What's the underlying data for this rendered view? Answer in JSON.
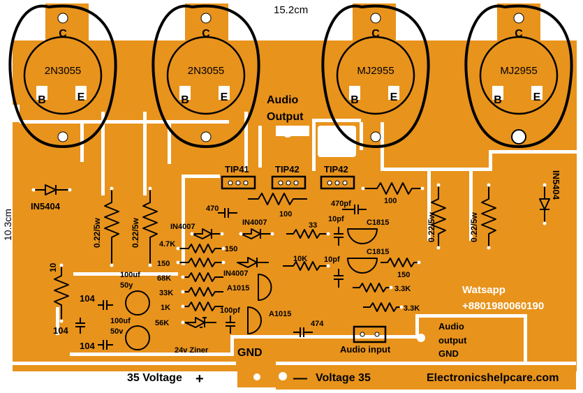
{
  "colors": {
    "copper": "#e8931c",
    "background": "#ffffff",
    "ink": "#000000",
    "watermark": "#ffffff"
  },
  "dimensions": {
    "width_label": "15.2cm",
    "height_label": "10.3cm"
  },
  "transistors": [
    {
      "part": "2N3055",
      "collector": "C",
      "base": "B",
      "emitter": "E"
    },
    {
      "part": "2N3055",
      "collector": "C",
      "base": "B",
      "emitter": "E"
    },
    {
      "part": "MJ2955",
      "collector": "C",
      "base": "B",
      "emitter": "E"
    },
    {
      "part": "MJ2955",
      "collector": "C",
      "base": "B",
      "emitter": "E"
    }
  ],
  "drivers": [
    "TIP41",
    "TIP42",
    "TIP42"
  ],
  "small_transistors": [
    "C1815",
    "C1815",
    "A1015",
    "A1015"
  ],
  "diodes": {
    "left_power": "IN5404",
    "right_power": "IN5404",
    "signal_1": "IN4007",
    "signal_2": "IN4007",
    "signal_3": "IN4007",
    "zener": "24v Ziner"
  },
  "resistors": {
    "emitter_left_1": "0.22/5w",
    "emitter_left_2": "0.22/5w",
    "emitter_right_1": "0.22/5w",
    "emitter_right_2": "0.22/5w",
    "r10": "10",
    "r470": "470",
    "r100_a": "100",
    "r100_b": "100",
    "r33": "33",
    "r4k7": "4.7K",
    "r150_a": "150",
    "r150_b": "150",
    "r150_c": "150",
    "r10k": "10K",
    "r68k": "68K",
    "r33k": "33K",
    "r1k": "1K",
    "r56k": "56K",
    "r3k3_a": "3.3K",
    "r3k3_b": "3.3K"
  },
  "capacitors": {
    "c470pf": "470pf",
    "c10pf_a": "10pf",
    "c10pf_b": "10pf",
    "c100pf": "100pf",
    "c474": "474",
    "c104_a": "104",
    "c104_b": "104",
    "c104_c": "104",
    "c100uf_a_value": "100uf",
    "c100uf_a_volt": "50y",
    "c100uf_b_value": "100uf",
    "c100uf_b_volt": "50v"
  },
  "connectors": {
    "audio_output_line1": "Audio",
    "audio_output_line2": "Output",
    "audio_input": "Audio input",
    "gnd": "GND",
    "audio_gnd_line1": "Audio",
    "audio_gnd_line2": "output",
    "audio_gnd_line3": "GND",
    "plus_supply": "35 Voltage",
    "plus_sign": "+",
    "minus_supply": "Voltage 35",
    "minus_sign": "—"
  },
  "contact": {
    "watsapp_label": "Watsapp",
    "phone": "+8801980060190",
    "website": "Electronicshelpcare.com"
  }
}
